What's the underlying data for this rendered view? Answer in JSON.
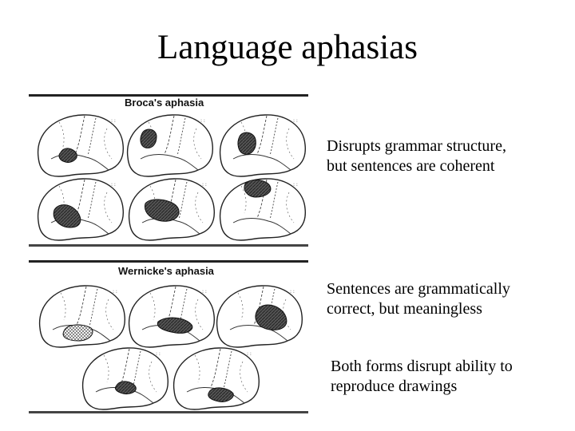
{
  "title": "Language aphasias",
  "figures": {
    "broca": {
      "label": "Broca's aphasia"
    },
    "wernicke": {
      "label": "Wernicke's aphasia"
    }
  },
  "captions": {
    "broca_line1": "Disrupts grammar structure,",
    "broca_line2": "but sentences are coherent",
    "wernicke_line1": "Sentences are grammatically",
    "wernicke_line2": "correct, but meaningless",
    "both_line1": "Both forms disrupt ability to",
    "both_line2": "reproduce drawings"
  }
}
